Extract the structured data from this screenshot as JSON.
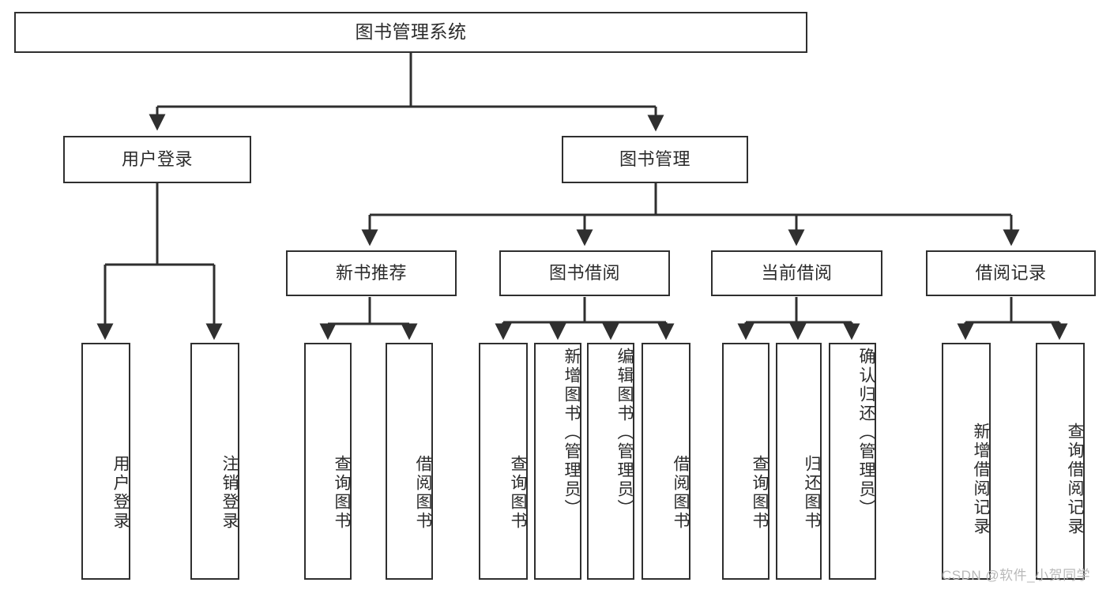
{
  "diagram": {
    "title": "图书管理系统",
    "type": "tree-hierarchy",
    "watermark": "CSDN @软件_小贺同学",
    "colors": {
      "box_border": "#2f2f2f",
      "box_fill": "#ffffff",
      "line": "#2f2f2f",
      "text": "#2b2b2b",
      "watermark": "#b9b9b9",
      "background": "#ffffff"
    },
    "root": {
      "label": "图书管理系统"
    },
    "level1": [
      {
        "label": "用户登录"
      },
      {
        "label": "图书管理"
      }
    ],
    "level2": [
      {
        "label": "新书推荐"
      },
      {
        "label": "图书借阅"
      },
      {
        "label": "当前借阅"
      },
      {
        "label": "借阅记录"
      }
    ],
    "leaves": {
      "user_login": [
        {
          "label": "用户登录"
        },
        {
          "label": "注销登录"
        }
      ],
      "new_book_recommend": [
        {
          "label": "查询图书"
        },
        {
          "label": "借阅图书"
        }
      ],
      "book_borrow": [
        {
          "label": "查询图书"
        },
        {
          "label": "新增图书（管理员）"
        },
        {
          "label": "编辑图书（管理员）"
        },
        {
          "label": "借阅图书"
        }
      ],
      "current_borrow": [
        {
          "label": "查询图书"
        },
        {
          "label": "归还图书"
        },
        {
          "label": "确认归还（管理员）"
        }
      ],
      "borrow_record": [
        {
          "label": "新增借阅记录"
        },
        {
          "label": "查询借阅记录"
        }
      ]
    }
  }
}
